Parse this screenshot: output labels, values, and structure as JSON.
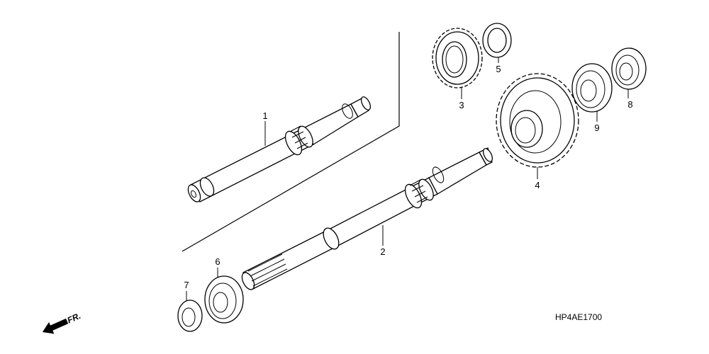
{
  "figure": {
    "code": "HP4AE1700",
    "fr_label": "FR."
  },
  "parts": [
    {
      "num": "1"
    },
    {
      "num": "2"
    },
    {
      "num": "3"
    },
    {
      "num": "4"
    },
    {
      "num": "5"
    },
    {
      "num": "6"
    },
    {
      "num": "7"
    },
    {
      "num": "8"
    },
    {
      "num": "9"
    }
  ]
}
